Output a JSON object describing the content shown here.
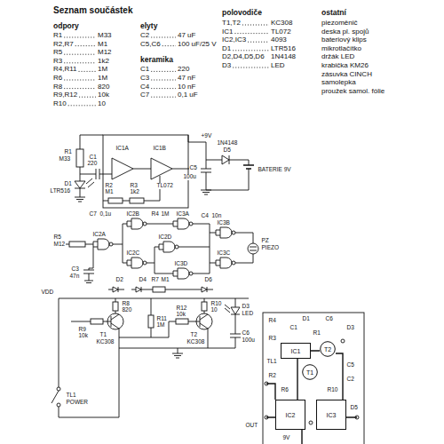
{
  "diagram": {
    "title": "Seznam součástek",
    "nodes": [
      {
        "text": [
          "IC1"
        ]
      },
      {
        "text": [
          "T2"
        ]
      },
      {
        "text": [
          "T1"
        ]
      },
      {
        "text": [
          "IC2"
        ]
      },
      {
        "text": [
          "IC3"
        ]
      }
    ],
    "labels": [
      "odpory",
      "elyty",
      "keramika",
      "polovodiče",
      "ostatní",
      "R1",
      "M33",
      "R2,R7",
      "M1",
      "R5",
      "M12",
      "R3",
      "1k2",
      "R4,R11",
      "1M",
      "R6",
      "1M",
      "R8",
      "820",
      "R9,R12",
      "10k",
      "R10",
      "10",
      "C2",
      "47 uF",
      "C5,C6",
      "100 uF/25 V",
      "C1",
      "220",
      "C3",
      "47 nF",
      "C4",
      "10 nF",
      "C7",
      "0,1 uF",
      "T1,T2",
      "KC308",
      "IC1",
      "TL072",
      "IC2,IC3",
      "4093",
      "D1",
      "LTR516",
      "D2,D4,D5,D6",
      "1N4148",
      "D3",
      "LED",
      "piezoměnič",
      "deska pl. spojů",
      "bateriový klips",
      "mikrotlačítko",
      "držák LED",
      "krabička KM26",
      "zásuvka CINCH",
      "samolepka",
      "proužek samol. fólie",
      "R1",
      "M33",
      "D1",
      "LTR516",
      "C1",
      "220",
      "R2",
      "M1",
      "R3",
      "1k2",
      "IC1A",
      "IC1B",
      "TL072",
      "C7",
      "0,1u",
      "R4",
      "1M",
      "+9V",
      "C5",
      "100u",
      "D5",
      "1N4148",
      "BATERIE 9V",
      "R5",
      "M12",
      "IC2A",
      "IC2B",
      "IC2C",
      "IC2D",
      "IC3A",
      "IC3B",
      "IC3C",
      "IC3D",
      "C4",
      "10n",
      "C3",
      "47n",
      "R7",
      "M1",
      "D2",
      "D4",
      "D6",
      "PZ",
      "PIEZO",
      "VDD",
      "R8",
      "820",
      "R9",
      "10k",
      "T1",
      "KC308",
      "R11",
      "1M",
      "R10",
      "10",
      "R12",
      "10k",
      "T2",
      "KC308",
      "D3",
      "LED",
      "C6",
      "100u",
      "TL1",
      "POWER",
      "R4",
      "D1",
      "C6",
      "C1",
      "D3",
      "R1",
      "R3",
      "TL1",
      "R2",
      "C5",
      "C2",
      "R6",
      "R10",
      "D5",
      "OUT",
      "9V"
    ]
  }
}
